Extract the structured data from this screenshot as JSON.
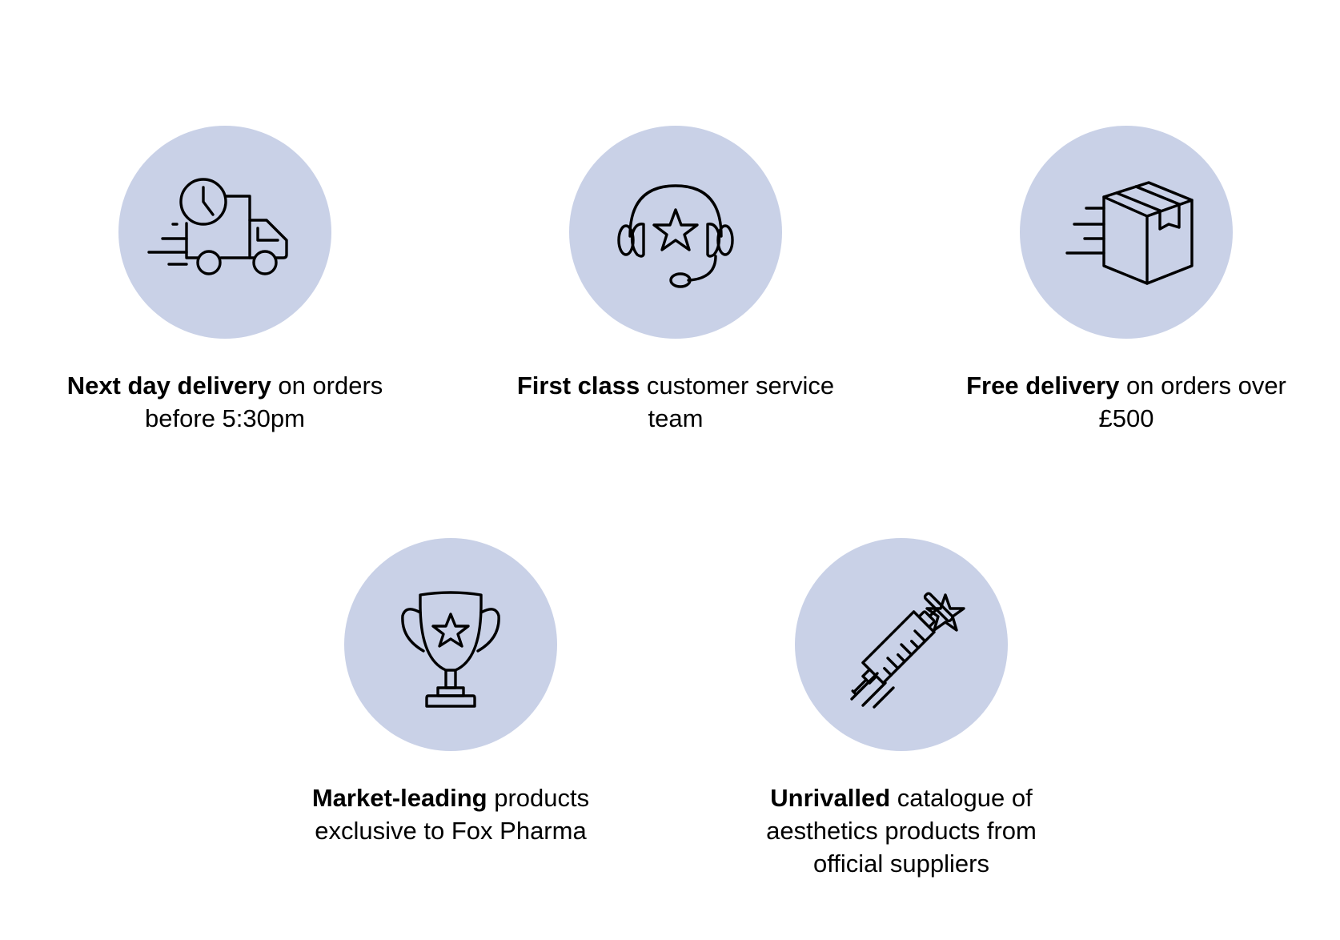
{
  "theme": {
    "circle_color": "#c9d1e7",
    "icon_color": "#000000",
    "text_color": "#000000"
  },
  "features": [
    {
      "icon": "delivery-truck-clock-icon",
      "bold": "Next day delivery",
      "text": " on orders before 5:30pm"
    },
    {
      "icon": "headset-star-icon",
      "bold": "First class",
      "text": " customer service team"
    },
    {
      "icon": "parcel-box-icon",
      "bold": "Free delivery",
      "text": " on orders over £500"
    },
    {
      "icon": "trophy-star-icon",
      "bold": "Market-leading",
      "text": " products exclusive to Fox Pharma"
    },
    {
      "icon": "syringe-star-icon",
      "bold": "Unrivalled",
      "text": " catalogue of aesthetics products from official suppliers"
    }
  ]
}
